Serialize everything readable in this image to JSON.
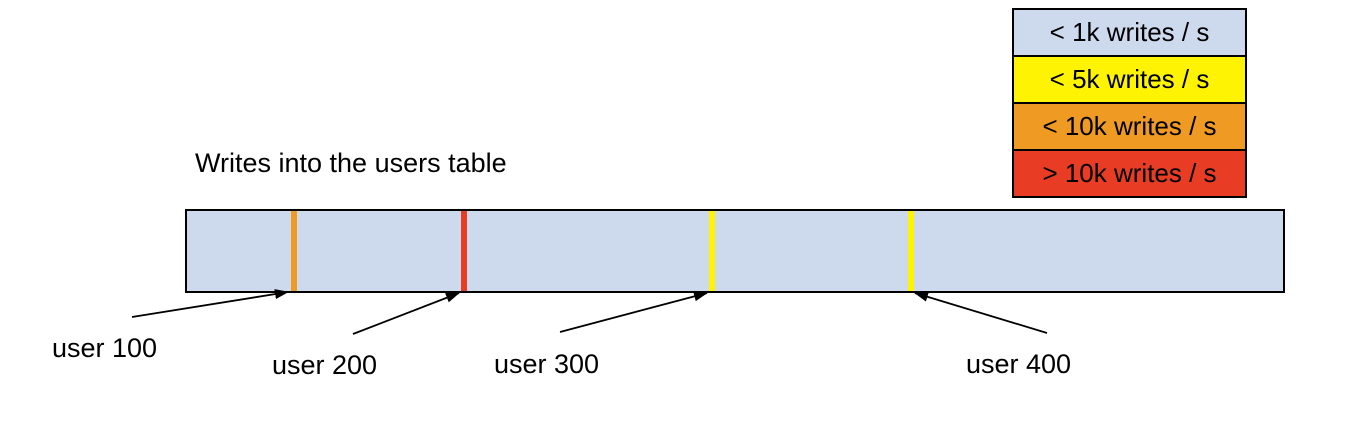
{
  "title": "Writes into the users table",
  "legend": {
    "items": [
      {
        "label": "< 1k writes / s",
        "color": "#cdd9ec"
      },
      {
        "label": "< 5k writes / s",
        "color": "#fdf303"
      },
      {
        "label": "< 10k writes / s",
        "color": "#ef9b23"
      },
      {
        "label": "> 10k writes / s",
        "color": "#e83c25"
      }
    ]
  },
  "bar": {
    "fill_color": "#cdd9ec",
    "border_color": "#000000",
    "markers": [
      {
        "user": "user 100",
        "rate_class": "< 10k writes / s",
        "color": "#ef9b23",
        "position_pct": "9.5%"
      },
      {
        "user": "user 200",
        "rate_class": "> 10k writes / s",
        "color": "#e83c25",
        "position_pct": "25.0%"
      },
      {
        "user": "user 300",
        "rate_class": "< 5k writes / s",
        "color": "#fdf303",
        "position_pct": "47.6%"
      },
      {
        "user": "user 400",
        "rate_class": "< 5k writes / s",
        "color": "#fdf303",
        "position_pct": "65.8%"
      }
    ]
  },
  "user_labels": [
    "user 100",
    "user 200",
    "user 300",
    "user 400"
  ]
}
